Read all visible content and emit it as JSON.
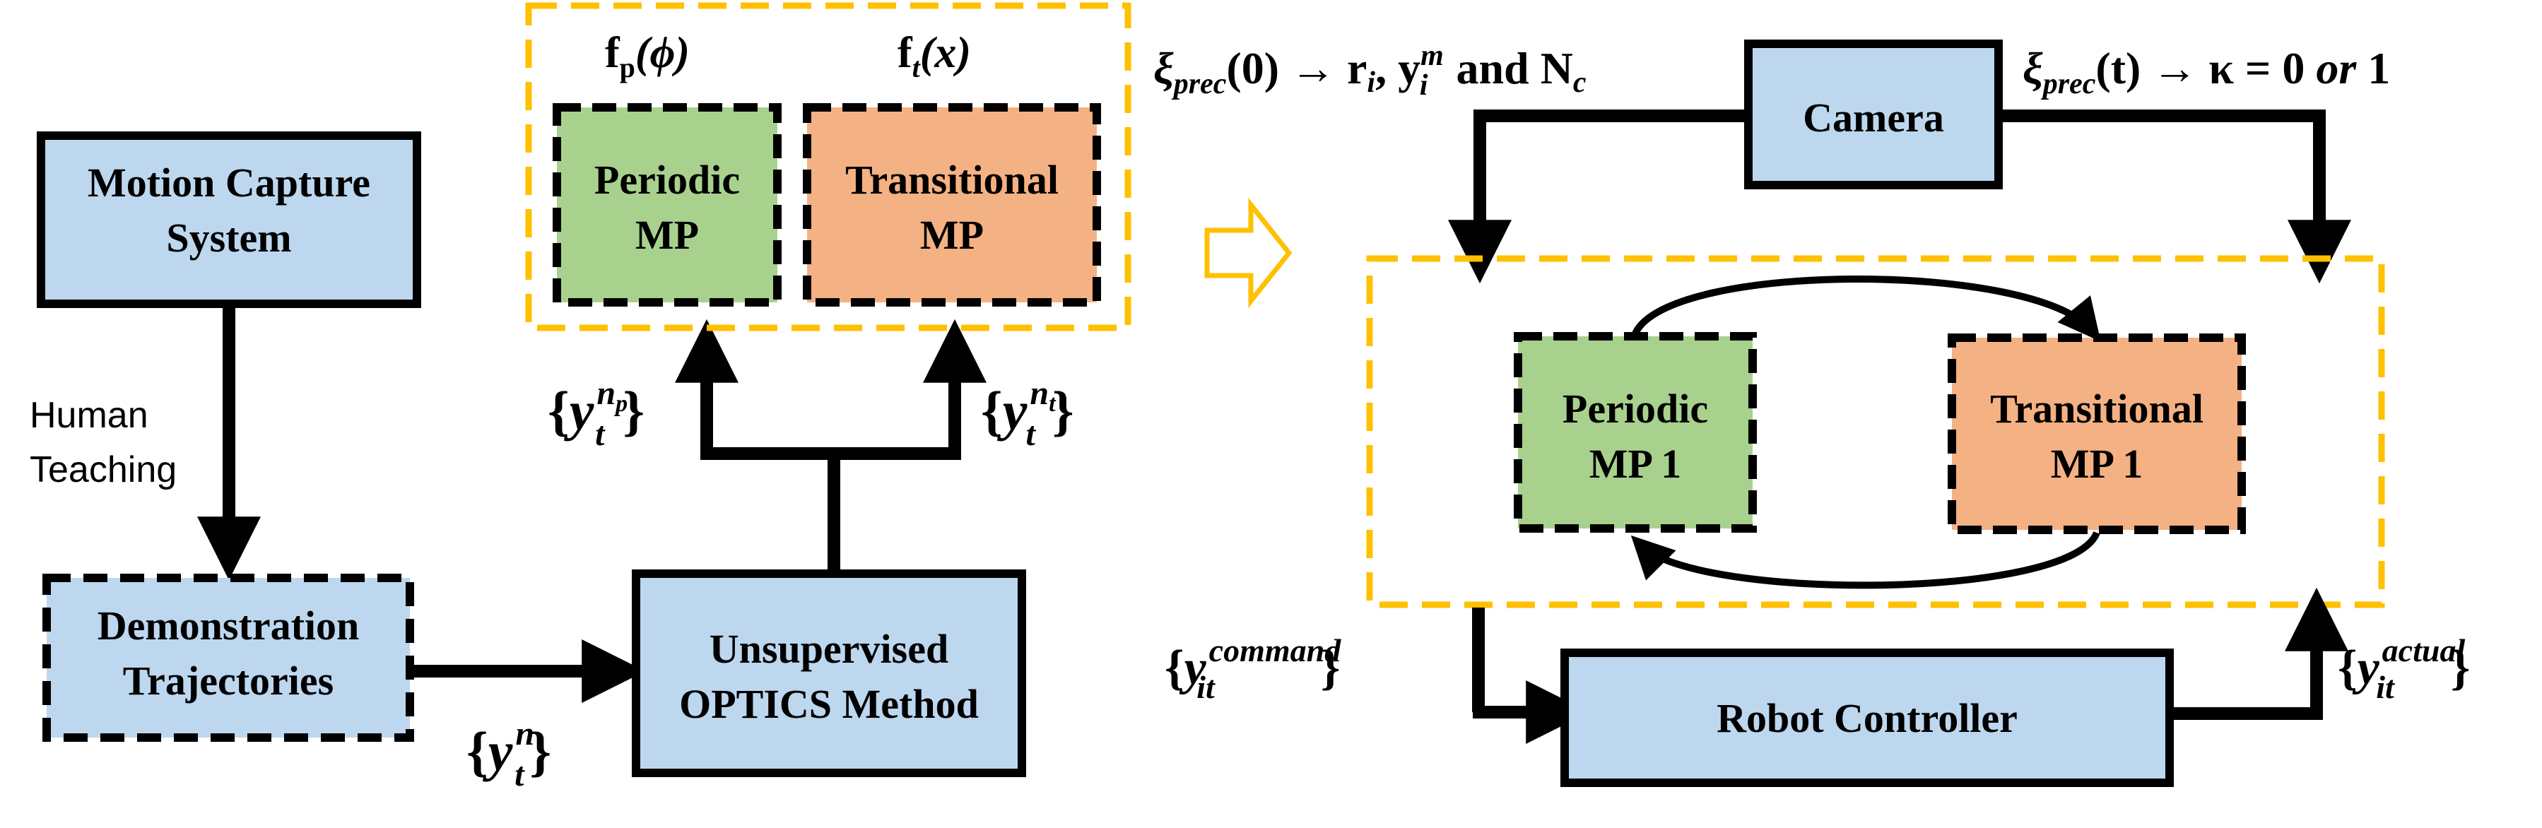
{
  "colors": {
    "box_blue": "#bdd7ee",
    "box_green": "#a9d18e",
    "box_orange": "#f4b183",
    "dashed_frame": "#ffc000",
    "line": "#000000",
    "hollow_arrow": "#ffc000"
  },
  "left": {
    "mocap": {
      "line1": "Motion Capture",
      "line2": "System"
    },
    "human_teaching": {
      "line1": "Human",
      "line2": "Teaching"
    },
    "demo": {
      "line1": "Demonstration",
      "line2": "Trajectories"
    },
    "optics": {
      "line1": "Unsupervised",
      "line2": "OPTICS Method"
    },
    "y_n_label": {
      "open": "{",
      "base": "y",
      "sup": "n",
      "sub": "t",
      "close": "}"
    },
    "y_np_label": {
      "open": "{",
      "base": "y",
      "sup": "n",
      "sup_sub": "p",
      "sub": "t",
      "close": "}"
    },
    "y_nt_label": {
      "open": "{",
      "base": "y",
      "sup": "n",
      "sup_sub": "t",
      "sub": "t",
      "close": "}"
    },
    "periodic": {
      "line1": "Periodic",
      "line2": "MP"
    },
    "transitional": {
      "line1": "Transitional",
      "line2": "MP"
    },
    "fp_label": {
      "f": "f",
      "sub": "p",
      "arg": "(ϕ)"
    },
    "ft_label": {
      "f": "f",
      "sub": "t",
      "arg": "(x)"
    }
  },
  "right": {
    "camera": {
      "label": "Camera"
    },
    "left_annotation": {
      "xi": "ξ",
      "sub": "prec",
      "arg": "(0) → r",
      "r_sub": "i",
      "comma": ", y",
      "y_sup": "m",
      "y_sub": "i",
      "tail": " and N",
      "n_sub": "c"
    },
    "right_annotation": {
      "xi": "ξ",
      "sub": "prec",
      "arg": "(t) → κ = 0 ",
      "or": "or",
      "tail": " 1"
    },
    "periodic1": {
      "line1": "Periodic",
      "line2": "MP 1"
    },
    "transitional1": {
      "line1": "Transitional",
      "line2": "MP 1"
    },
    "robot": {
      "label": "Robot Controller"
    },
    "command_label": {
      "open": "{",
      "base": "y",
      "sup": "command",
      "sub": "it",
      "close": "}"
    },
    "actual_label": {
      "open": "{",
      "base": "y",
      "sup": "actual",
      "sub": "it",
      "close": "}"
    }
  }
}
